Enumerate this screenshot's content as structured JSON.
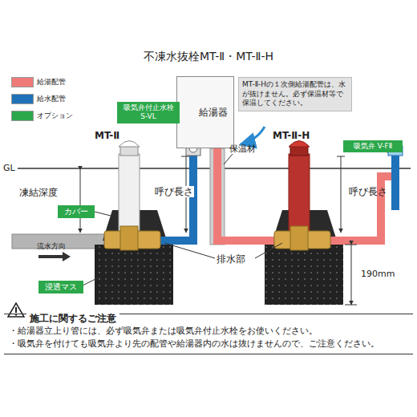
{
  "diagram": {
    "title": "不凍水抜栓MT-Ⅱ・MT-Ⅱ-H",
    "nodes": [
      {
        "text": [
          "給湯器"
        ]
      },
      {
        "text": [
          "MT-Ⅱ-Hの１次側給湯配管は、水が抜けません。必ず保温材等で保温してください。"
        ]
      },
      {
        "text": [
          "吸気弁付止水栓 S-VL"
        ]
      },
      {
        "text": [
          "吸気弁 V-FⅡ"
        ]
      },
      {
        "text": [
          "カバー"
        ]
      },
      {
        "text": [
          "浸透マス"
        ]
      },
      {
        "text": [
          "施工に関するご注意",
          "・給湯器立上り管には、必ず吸気弁または吸気弁付止水栓をお使いください。",
          "・吸気弁を付けても吸気弁より先の配管や給湯器内の水は抜けませんので、ご注意ください。"
        ]
      }
    ],
    "labels": [
      "MT-Ⅱ",
      "MT-Ⅱ-H",
      "GL",
      "凍結深度",
      "呼び長さ",
      "呼び長さ",
      "保温材",
      "流水方向",
      "排水部",
      "190mm"
    ],
    "legend": [
      {
        "text": "給湯配管",
        "color": "#ef7b78"
      },
      {
        "text": "給水配管",
        "color": "#1f72b8"
      },
      {
        "text": "オプション",
        "color": "#2ca84b"
      }
    ]
  }
}
